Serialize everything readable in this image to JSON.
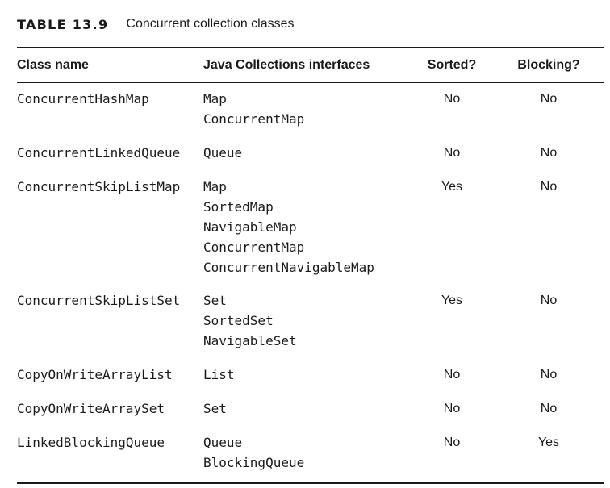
{
  "caption": {
    "label": "TABLE 13.9",
    "title": "Concurrent collection classes"
  },
  "table": {
    "headers": {
      "class_name": "Class name",
      "interfaces": "Java Collections interfaces",
      "sorted": "Sorted?",
      "blocking": "Blocking?"
    },
    "rows": [
      {
        "class_name": "ConcurrentHashMap",
        "interfaces": [
          "Map",
          "ConcurrentMap"
        ],
        "sorted": "No",
        "blocking": "No"
      },
      {
        "class_name": "ConcurrentLinkedQueue",
        "interfaces": [
          "Queue"
        ],
        "sorted": "No",
        "blocking": "No"
      },
      {
        "class_name": "ConcurrentSkipListMap",
        "interfaces": [
          "Map",
          "SortedMap",
          "NavigableMap",
          "ConcurrentMap",
          "ConcurrentNavigableMap"
        ],
        "sorted": "Yes",
        "blocking": "No"
      },
      {
        "class_name": "ConcurrentSkipListSet",
        "interfaces": [
          "Set",
          "SortedSet",
          "NavigableSet"
        ],
        "sorted": "Yes",
        "blocking": "No"
      },
      {
        "class_name": "CopyOnWriteArrayList",
        "interfaces": [
          "List"
        ],
        "sorted": "No",
        "blocking": "No"
      },
      {
        "class_name": "CopyOnWriteArraySet",
        "interfaces": [
          "Set"
        ],
        "sorted": "No",
        "blocking": "No"
      },
      {
        "class_name": "LinkedBlockingQueue",
        "interfaces": [
          "Queue",
          "BlockingQueue"
        ],
        "sorted": "No",
        "blocking": "Yes"
      }
    ]
  }
}
